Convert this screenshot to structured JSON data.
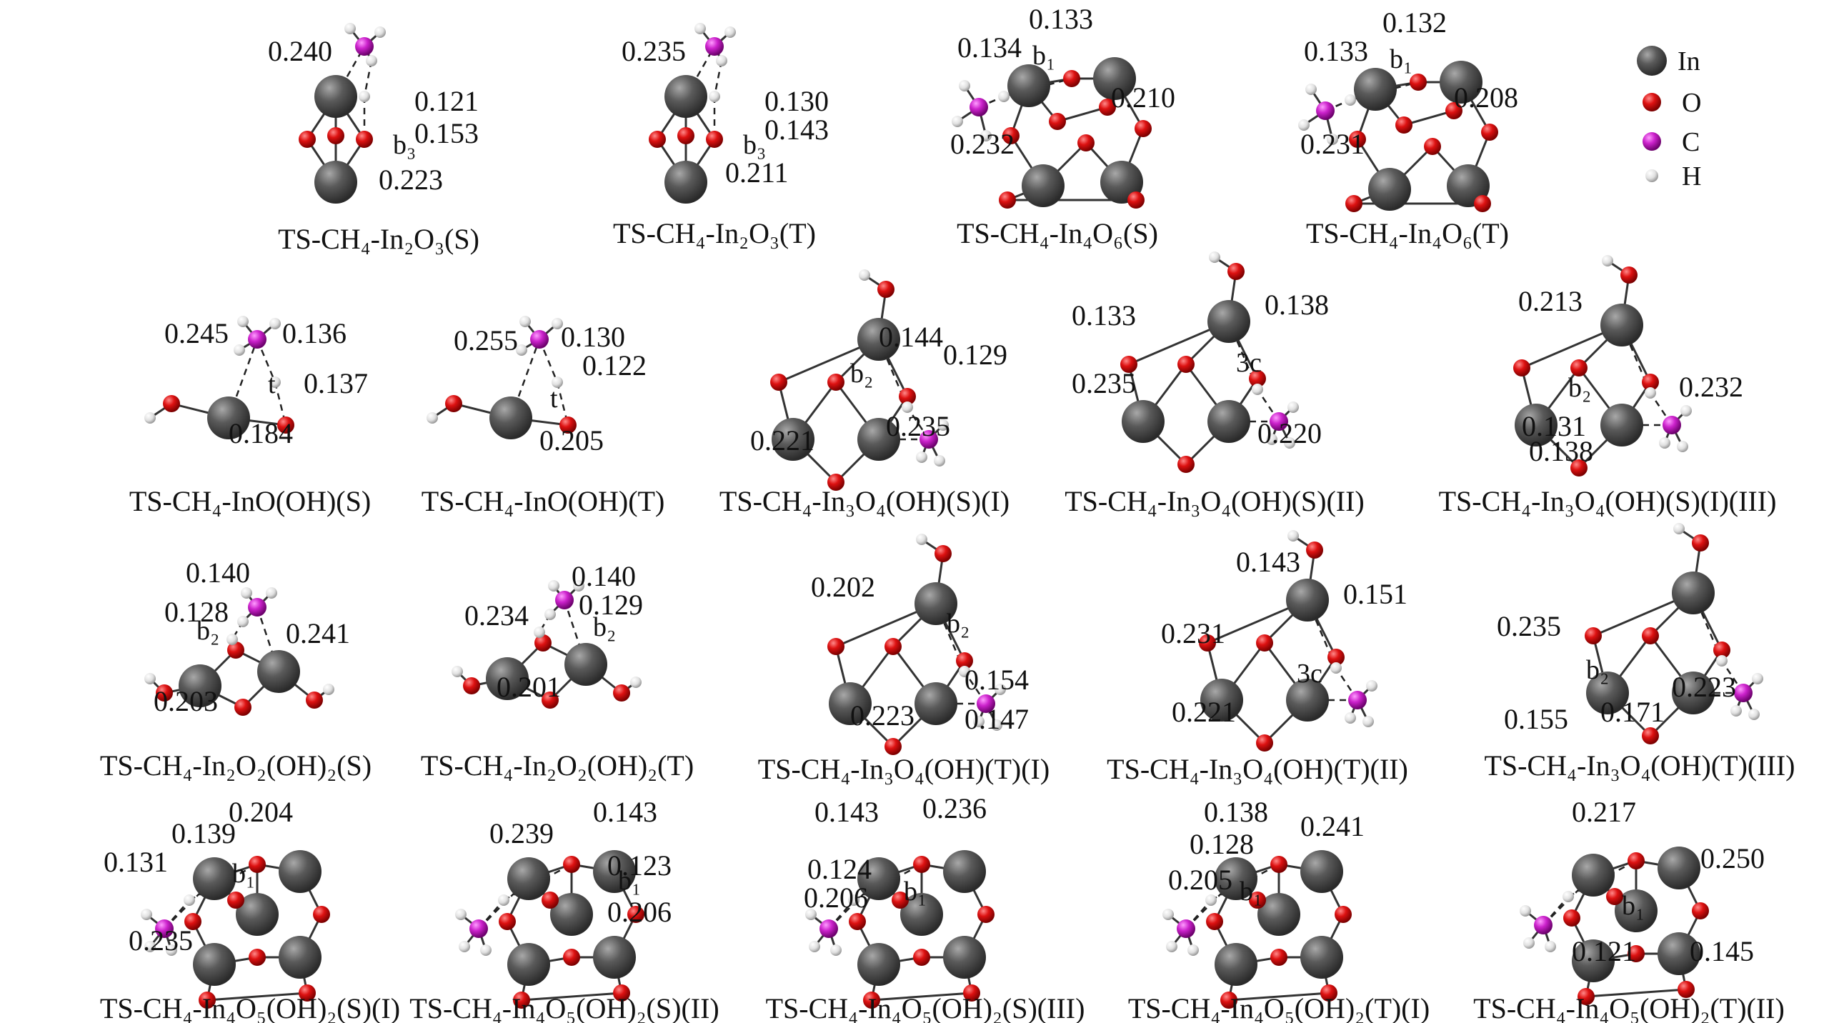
{
  "legend": {
    "items": [
      {
        "label": "In",
        "color": "#555555"
      },
      {
        "label": "O",
        "color": "#dd1111"
      },
      {
        "label": "C",
        "color": "#cc22cc"
      },
      {
        "label": "H",
        "color": "#e8e8e8"
      }
    ]
  },
  "panels": [
    {
      "caption": "TS-CH₄-In₂O₃(S)",
      "distances": [
        "0.240",
        "0.121",
        "0.153",
        "0.223"
      ],
      "site_label": "b₃"
    },
    {
      "caption": "TS-CH₄-In₂O₃(T)",
      "distances": [
        "0.235",
        "0.130",
        "0.143",
        "0.211"
      ],
      "site_label": "b₃"
    },
    {
      "caption": "TS-CH₄-In₄O₆(S)",
      "distances": [
        "0.133",
        "0.134",
        "0.210",
        "0.232"
      ],
      "site_label": "b₁"
    },
    {
      "caption": "TS-CH₄-In₄O₆(T)",
      "distances": [
        "0.132",
        "0.133",
        "0.208",
        "0.231"
      ],
      "site_label": "b₁"
    },
    {
      "caption": "TS-CH₄-InO(OH)(S)",
      "distances": [
        "0.245",
        "0.136",
        "0.137",
        "0.184"
      ],
      "site_label": "t"
    },
    {
      "caption": "TS-CH₄-InO(OH)(T)",
      "distances": [
        "0.255",
        "0.130",
        "0.122",
        "0.205"
      ],
      "site_label": "t"
    },
    {
      "caption": "TS-CH₄-In₃O₄(OH)(S)(I)",
      "distances": [
        "0.144",
        "0.129",
        "0.221",
        "0.235"
      ],
      "site_label": "b₂"
    },
    {
      "caption": "TS-CH₄-In₃O₄(OH)(S)(II)",
      "distances": [
        "0.133",
        "0.138",
        "0.235",
        "0.220"
      ],
      "site_label": "3c"
    },
    {
      "caption": "TS-CH₄-In₃O₄(OH)(S)(I)(III)",
      "distances": [
        "0.213",
        "0.232",
        "0.131",
        "0.138"
      ],
      "site_label": "b₂"
    },
    {
      "caption": "TS-CH₄-In₂O₂(OH)₂(S)",
      "distances": [
        "0.140",
        "0.128",
        "0.241",
        "0.203"
      ],
      "site_label": "b₂"
    },
    {
      "caption": "TS-CH₄-In₂O₂(OH)₂(T)",
      "distances": [
        "0.140",
        "0.129",
        "0.234",
        "0.201"
      ],
      "site_label": "b₂"
    },
    {
      "caption": "TS-CH₄-In₃O₄(OH)(T)(I)",
      "distances": [
        "0.202",
        "0.154",
        "0.147",
        "0.223"
      ],
      "site_label": "b₂"
    },
    {
      "caption": "TS-CH₄-In₃O₄(OH)(T)(II)",
      "distances": [
        "0.143",
        "0.151",
        "0.231",
        "0.221"
      ],
      "site_label": "3c"
    },
    {
      "caption": "TS-CH₄-In₃O₄(OH)(T)(III)",
      "distances": [
        "0.235",
        "0.223",
        "0.155",
        "0.171"
      ],
      "site_label": "b₂"
    },
    {
      "caption": "TS-CH₄-In₄O₅(OH)₂(S)(I)",
      "distances": [
        "0.204",
        "0.139",
        "0.131",
        "0.235"
      ],
      "site_label": "b₁"
    },
    {
      "caption": "TS-CH₄-In₄O₅(OH)₂(S)(II)",
      "distances": [
        "0.143",
        "0.239",
        "0.123",
        "0.206"
      ],
      "site_label": "b₁"
    },
    {
      "caption": "TS-CH₄-In₄O₅(OH)₂(S)(III)",
      "distances": [
        "0.143",
        "0.236",
        "0.124",
        "0.206"
      ],
      "site_label": "b₁"
    },
    {
      "caption": "TS-CH₄-In₄O₅(OH)₂(T)(I)",
      "distances": [
        "0.138",
        "0.241",
        "0.128",
        "0.205"
      ],
      "site_label": "b₁"
    },
    {
      "caption": "TS-CH₄-In₄O₅(OH)₂(T)(II)",
      "distances": [
        "0.217",
        "0.250",
        "0.121",
        "0.145"
      ],
      "site_label": "b₁"
    }
  ]
}
